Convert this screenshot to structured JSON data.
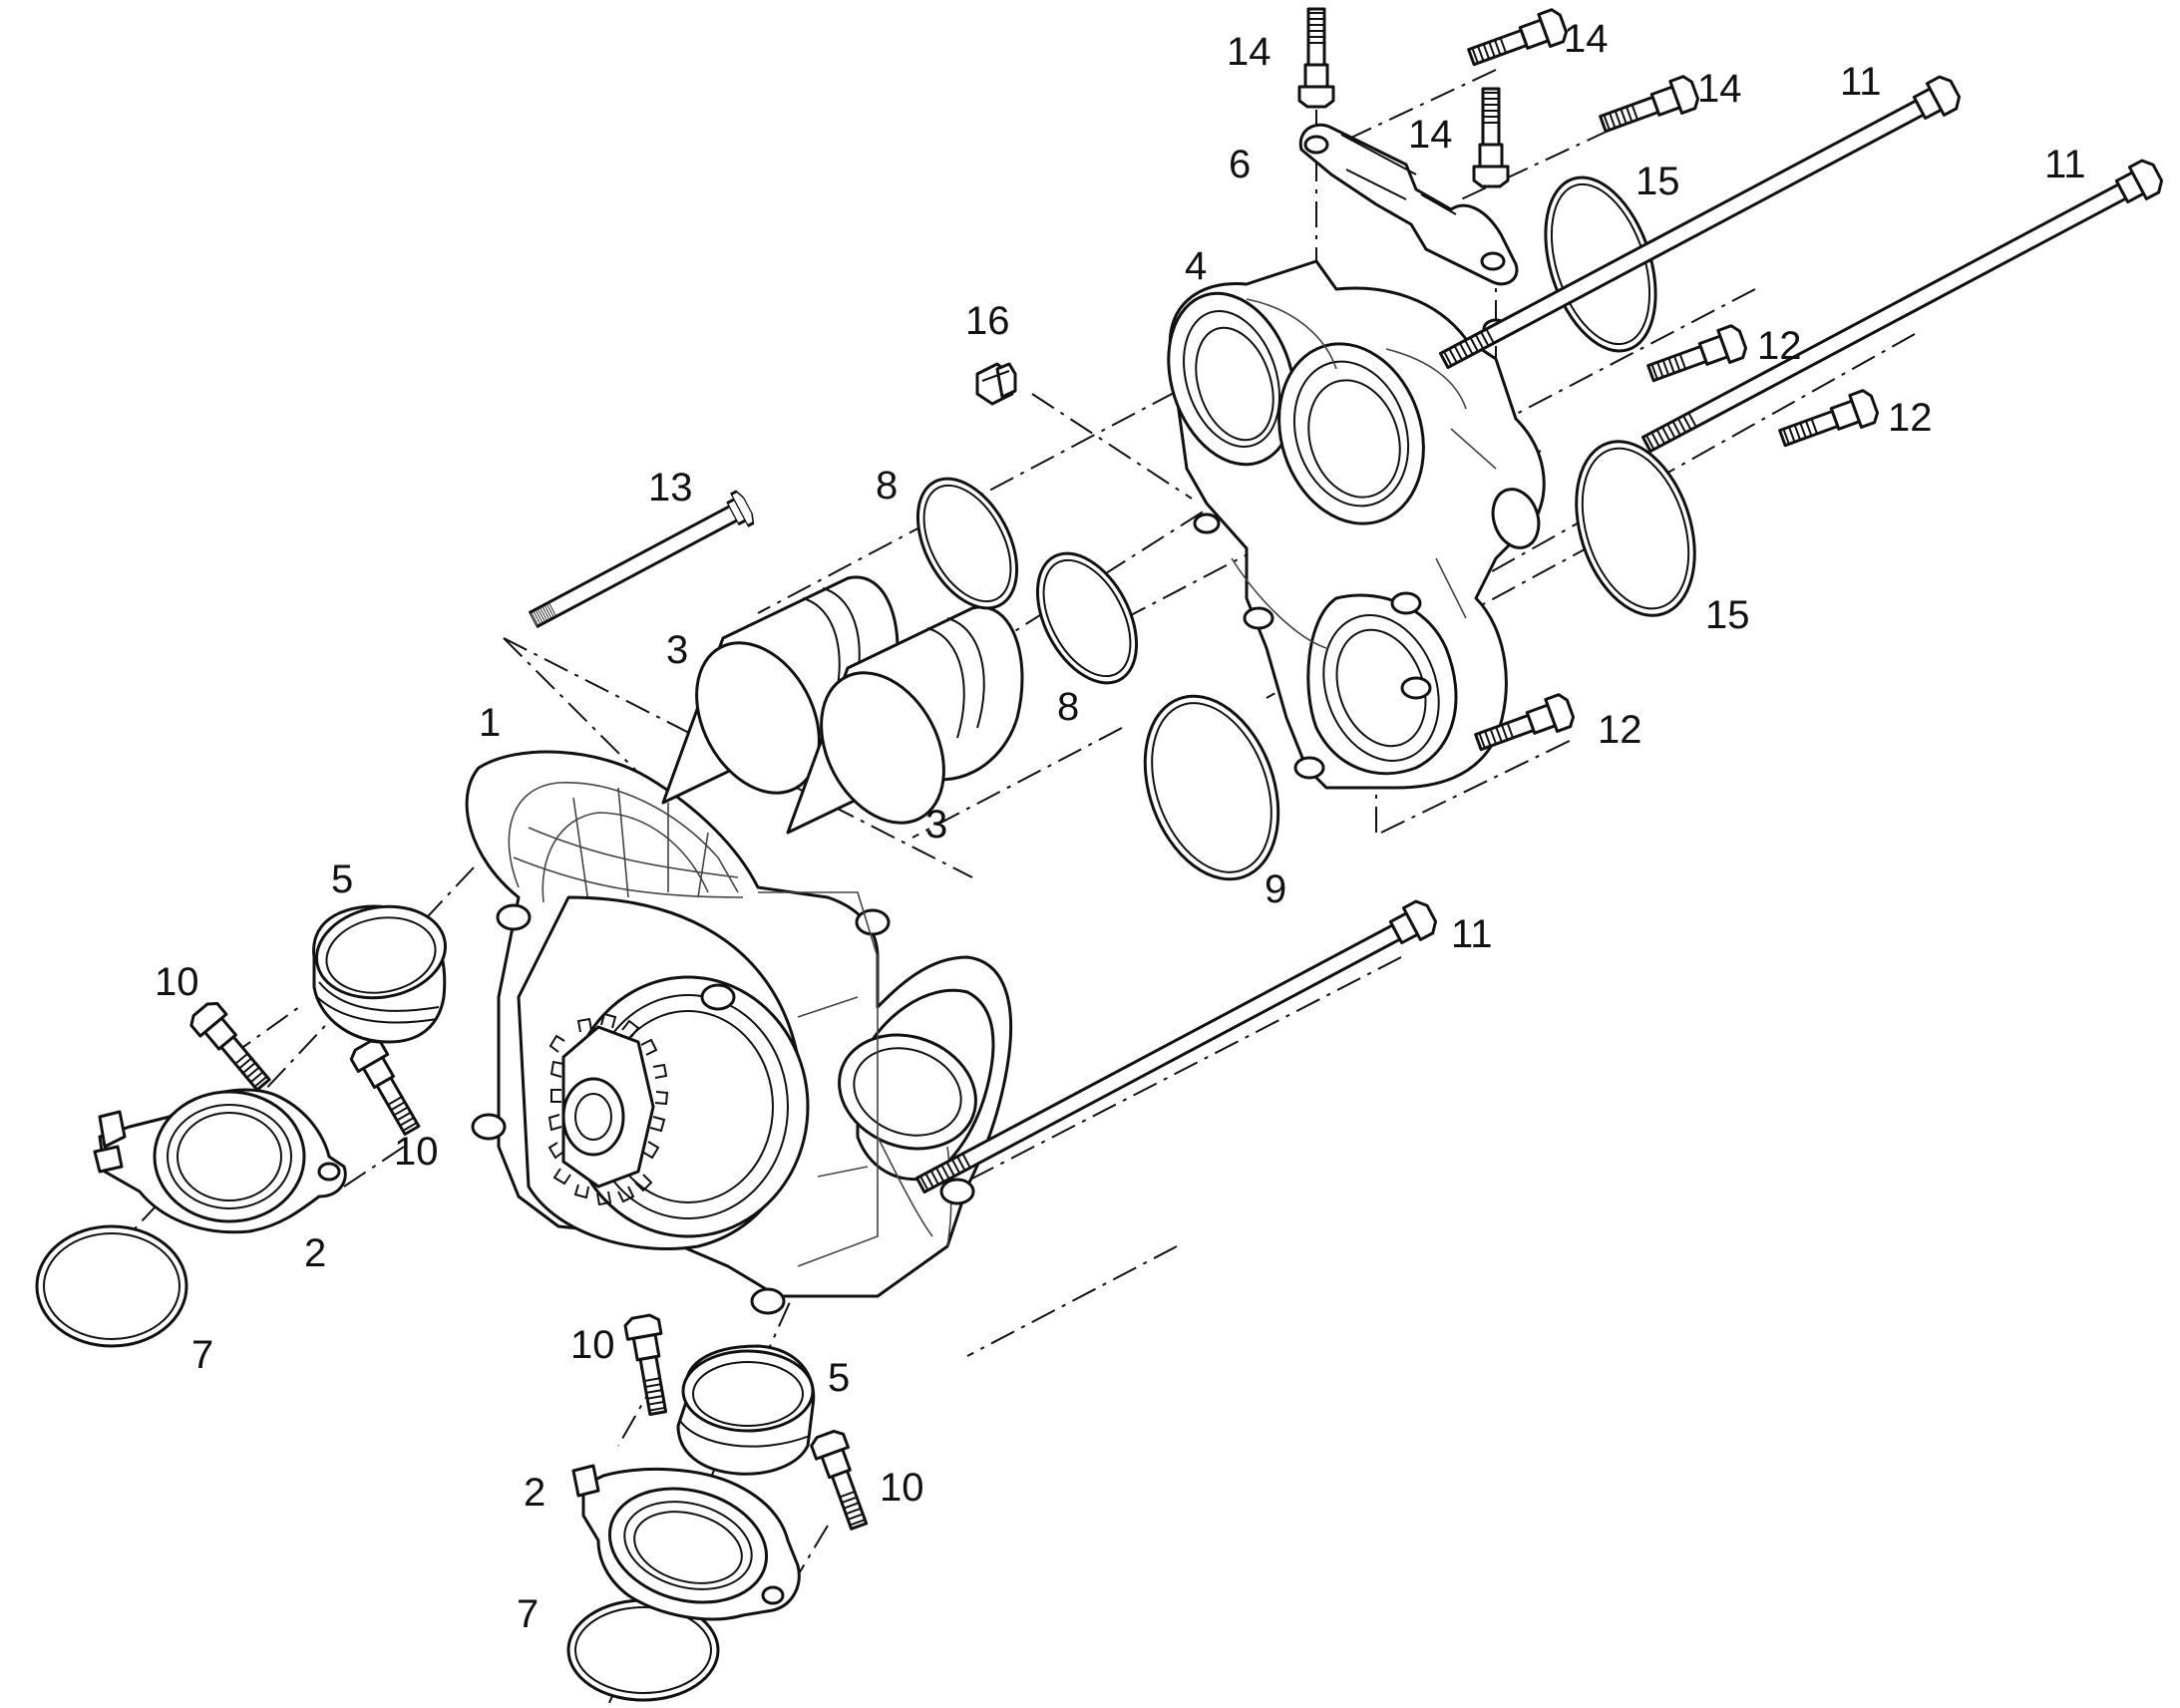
{
  "diagram": {
    "type": "exploded-parts-drawing",
    "callouts": [
      "1",
      "2",
      "2",
      "3",
      "3",
      "4",
      "5",
      "5",
      "6",
      "7",
      "7",
      "8",
      "8",
      "9",
      "10",
      "10",
      "10",
      "10",
      "11",
      "11",
      "11",
      "12",
      "12",
      "12",
      "13",
      "14",
      "14",
      "14",
      "14",
      "15",
      "15",
      "16"
    ]
  }
}
